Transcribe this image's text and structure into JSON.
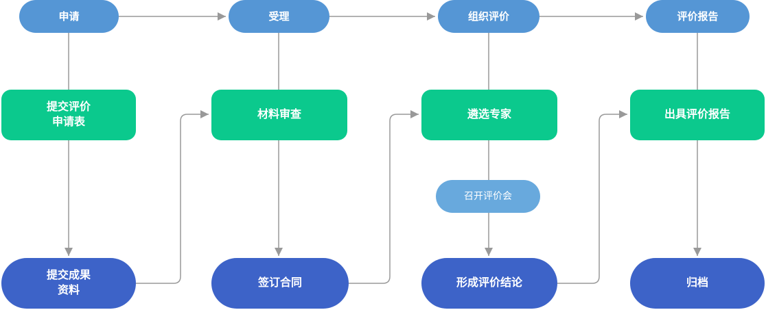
{
  "diagram": {
    "title": "evaluation-process-flowchart",
    "stages": [
      {
        "label": "申请"
      },
      {
        "label": "受理"
      },
      {
        "label": "组织评价"
      },
      {
        "label": "评价报告"
      }
    ],
    "process_boxes": [
      {
        "label": "提交评价\n申请表"
      },
      {
        "label": "材料审查"
      },
      {
        "label": "遴选专家"
      },
      {
        "label": "出具评价报告"
      }
    ],
    "sub_step": {
      "label": "召开评价会"
    },
    "result_nodes": [
      {
        "label": "提交成果\n资料"
      },
      {
        "label": "签订合同"
      },
      {
        "label": "形成评价结论"
      },
      {
        "label": "归档"
      }
    ],
    "colors": {
      "stage_blue": "#5596d5",
      "light_blue": "#68a9dd",
      "green": "#0bc98d",
      "dark_blue": "#3d63c8",
      "connector_gray": "#999999"
    }
  }
}
